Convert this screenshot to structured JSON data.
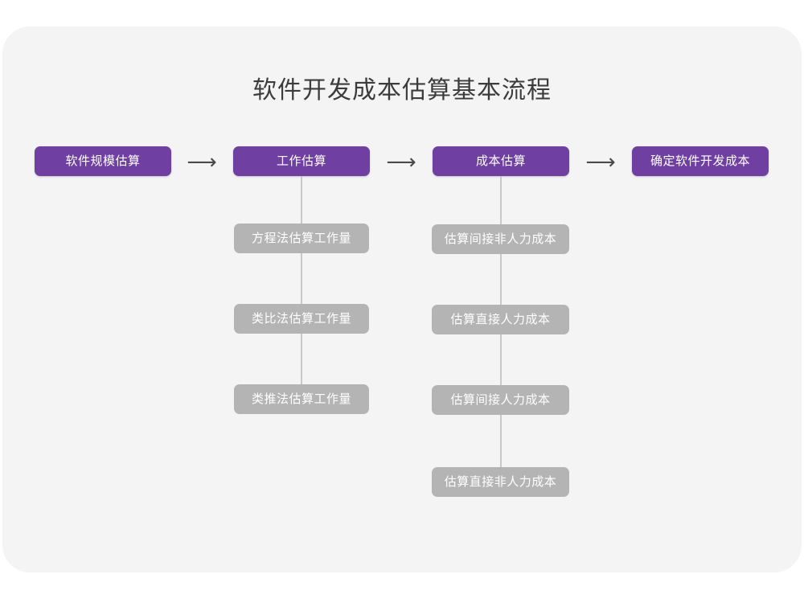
{
  "card": {
    "background_color": "#f4f4f5"
  },
  "diagram": {
    "title": "软件开发成本估算基本流程",
    "colors": {
      "primary_node": "#6f3fa1",
      "secondary_node": "#b4b4b4",
      "connector_line": "#c9c9c9",
      "arrow": "#4a4a4a",
      "title_text": "#3c3c3c",
      "node_text": "#ffffff"
    },
    "arrow_glyph": "⟶",
    "main_steps": [
      {
        "label": "软件规模估算"
      },
      {
        "label": "工作估算"
      },
      {
        "label": "成本估算"
      },
      {
        "label": "确定软件开发成本"
      }
    ],
    "arrows": [
      {
        "label": "⟶"
      },
      {
        "label": "⟶"
      },
      {
        "label": "⟶"
      }
    ],
    "work_estimation_methods": [
      {
        "label": "方程法估算工作量"
      },
      {
        "label": "类比法估算工作量"
      },
      {
        "label": "类推法估算工作量"
      }
    ],
    "cost_estimation_items": [
      {
        "label": "估算间接非人力成本"
      },
      {
        "label": "估算直接人力成本"
      },
      {
        "label": "估算间接人力成本"
      },
      {
        "label": "估算直接非人力成本"
      }
    ]
  }
}
